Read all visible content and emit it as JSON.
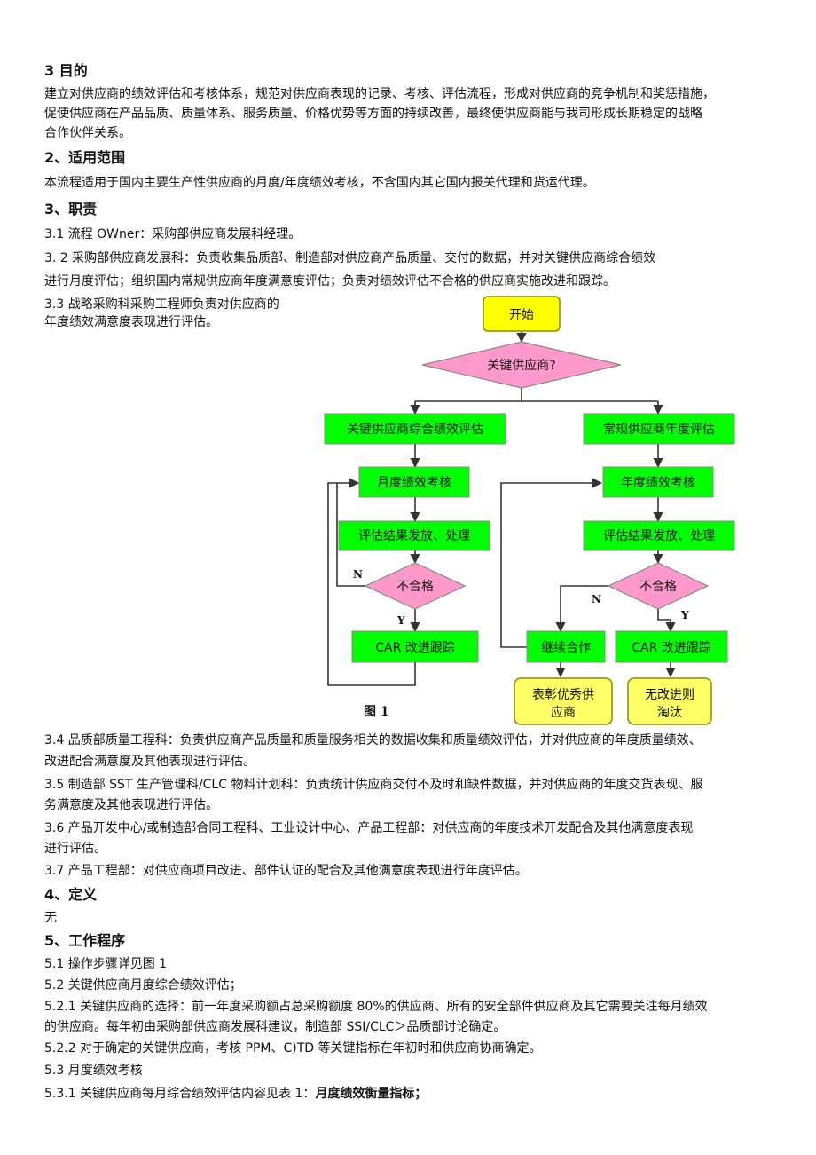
{
  "sections": {
    "purpose": {
      "heading": "3 目的",
      "lines": [
        "建立对供应商的绩效评估和考核体系，规范对供应商表现的记录、考核、评估流程，形成对供应商的竞争机制和奖惩措施，",
        "促使供应商在产品品质、质量体系、服务质量、价格优势等方面的持续改善，最终使供应商能与我司形成长期稳定的战略",
        "合作伙伴关系。"
      ]
    },
    "scope": {
      "heading": "2、适用范围",
      "text": "本流程适用于国内主要生产性供应商的月度/年度绩效考核，不含国内其它国内报关代理和货运代理。"
    },
    "duties": {
      "heading": "3、职责",
      "d31": "3.1 流程 OWner：采购部供应商发展科经理。",
      "d32_a": "3.    2 采购部供应商发展科：负责收集品质部、制造部对供应商产品质量、交付的数据，并对关键供应商综合绩效",
      "d32_b": "进行月度评估；组织国内常规供应商年度满意度评估；负责对绩效评估不合格的供应商实施改进和跟踪。",
      "d33_a": "3.3    战略采购科采购工程师负责对供应商的",
      "d33_b": "年度绩效满意度表现进行评估。",
      "d34_a": "3.4    品质部质量工程科：负责供应商产品质量和质量服务相关的数据收集和质量绩效评估，并对供应商的年度质量绩效、",
      "d34_b": "改进配合满意度及其他表现进行评估。",
      "d35_a": "3.5    制造部 SST 生产管理科/CLC 物料计划科：负责统计供应商交付不及时和缺件数据，并对供应商的年度交货表现、服",
      "d35_b": "务满意度及其他表现进行评估。",
      "d36_a": "3.6    产品开发中心/或制造部合同工程科、工业设计中心、产品工程部：对供应商的年度技术开发配合及其他满意度表现",
      "d36_b": "进行评估。",
      "d37": "3.7    产品工程部：对供应商项目改进、部件认证的配合及其他满意度表现进行年度评估。"
    },
    "definition": {
      "heading": "4、定义",
      "text": "无"
    },
    "procedure": {
      "heading": "5、工作程序",
      "p51": "5.1   操作步骤详见图 1",
      "p52": "5.2    关键供应商月度综合绩效评估；",
      "p521_a": "5.2.1 关键供应商的选择：前一年度采购额占总采购额度 80%的供应商、所有的安全部件供应商及其它需要关注每月绩效",
      "p521_b": "的供应商。每年初由采购部供应商发展科建议，制造部 SSI/CLC＞品质部讨论确定。",
      "p522": "5.2.2 对于确定的关键供应商，考核 PPM、C)TD 等关键指标在年初时和供应商协商确定。",
      "p53": "5.3 月度绩效考核",
      "p531_a": "5.3.1   关键供应商每月综合绩效评估内容见表 1：",
      "p531_b": "月度绩效衡量指标；"
    }
  },
  "flowchart": {
    "colors": {
      "terminal": "#ffff00",
      "process": "#00ff00",
      "decision": "#ff99cc",
      "outcome": "#ffff66",
      "border": "#8a8a00"
    },
    "start": "开始",
    "decision_key": "关键供应商?",
    "left_branch": "关键供应商综合绩效评估",
    "right_branch": "常规供应商年度评估",
    "left_review": "月度绩效考核",
    "right_review": "年度绩效考核",
    "left_issue": "评估结果发放、处理",
    "right_issue": "评估结果发放、处理",
    "left_check": "不合格",
    "right_check": "不合格",
    "left_car": "CAR 改进跟踪",
    "right_car": "CAR 改进跟踪",
    "continue": "继续合作",
    "commend_1": "表彰优秀供",
    "commend_2": "应商",
    "eliminate_1": "无改进则",
    "eliminate_2": "淘汰",
    "label_n_left": "N",
    "label_y_left": "Y",
    "label_n_right": "N",
    "label_y_right": "Y",
    "caption": "图 1"
  }
}
